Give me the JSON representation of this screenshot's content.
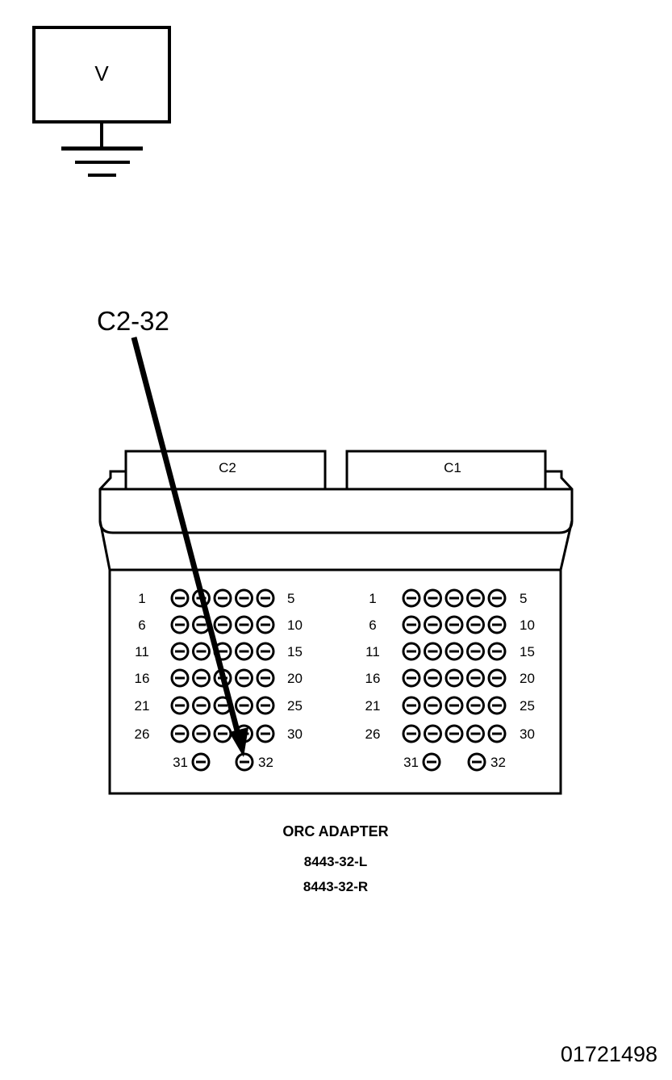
{
  "meter": {
    "label": "V"
  },
  "callout": {
    "label": "C2-32"
  },
  "adapter": {
    "tabs": [
      "C2",
      "C1"
    ],
    "pin_rows": [
      {
        "left": "1",
        "right": "5"
      },
      {
        "left": "6",
        "right": "10"
      },
      {
        "left": "11",
        "right": "15"
      },
      {
        "left": "16",
        "right": "20"
      },
      {
        "left": "21",
        "right": "25"
      },
      {
        "left": "26",
        "right": "30"
      }
    ],
    "last_row": {
      "left": "31",
      "right": "32"
    },
    "title": "ORC ADAPTER",
    "part_numbers": [
      "8443-32-L",
      "8443-32-R"
    ]
  },
  "figure_id": "01721498"
}
